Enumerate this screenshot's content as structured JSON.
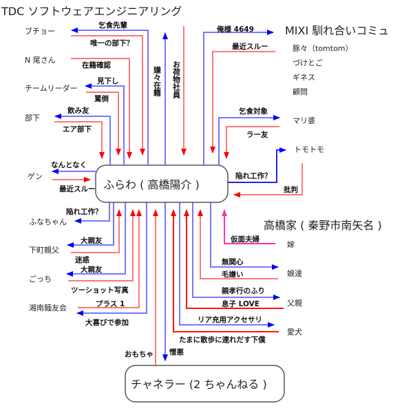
{
  "groups": {
    "tdc": "TDC ソフトウェアエンジニアリング",
    "mixi": "MIXI 馴れ合いコミュ",
    "family": "高橋家 ( 秦野市南矢名 )"
  },
  "center": "ふらわ ( 高橋陽介 )",
  "channeler": "チャネラー (2 ちゃんねる )",
  "nodes": {
    "buchou": "ブチョー",
    "nosan": "N 尾さん",
    "leader": "チームリーダー",
    "buka": "部下",
    "gen": "ゲン",
    "mixi_members": [
      "豚々（tomtom）",
      "づけとご",
      "ギネス",
      "顧問"
    ],
    "maribaba": "マリ婆",
    "tomotomo": "トモトモ",
    "funachan": "ふなちゃん",
    "shitamachi": "下町親父",
    "gocchi": "ごっち",
    "shonan": "湘南麺友会",
    "yome": "嫁",
    "musume": "娘達",
    "chichi": "父親",
    "aiken": "愛犬"
  },
  "labels": {
    "kojiki_senpai": "乞食先輩",
    "yuiitsu": "唯一の部下？",
    "zaiseki": "在籍確認",
    "mikudashi": "見下し",
    "batou": "罵倒",
    "nomitomo": "飲み友",
    "air_buka": "エア部下",
    "nantonaku": "なんとなく",
    "saikin1": "最近スルー",
    "iyaiya": "嫌々在籍",
    "onimotsu": "お荷物社員",
    "oresama": "俺様 4649",
    "saikin2": "最近スルー",
    "kojiki_taishou": "乞食対象",
    "ratomo": "ラー友",
    "otoshire1": "陥れ工作？",
    "hihan": "批判",
    "otoshire2": "陥れ工作？",
    "daishinyu1": "大親友",
    "meiwaku": "迷惑",
    "daishinyu2": "大親友",
    "twoshot": "ツーショット写真",
    "plus1": "プラス 1",
    "oyorokobi": "大喜びで参加",
    "omocha": "おもちゃ",
    "zouo": "憎悪",
    "kamen": "仮面夫婦",
    "mukanshin": "無関心",
    "kegirai": "毛嫌い",
    "oyakoukou": "親孝行のふり",
    "musuko": "息子 LOVE",
    "riajuu": "リア充用アクセサリ",
    "tamani": "たまに散歩に連れだす下僕"
  },
  "colors": {
    "blue": "#0000ff",
    "red": "#ff0000",
    "pink": "#ff33aa"
  }
}
